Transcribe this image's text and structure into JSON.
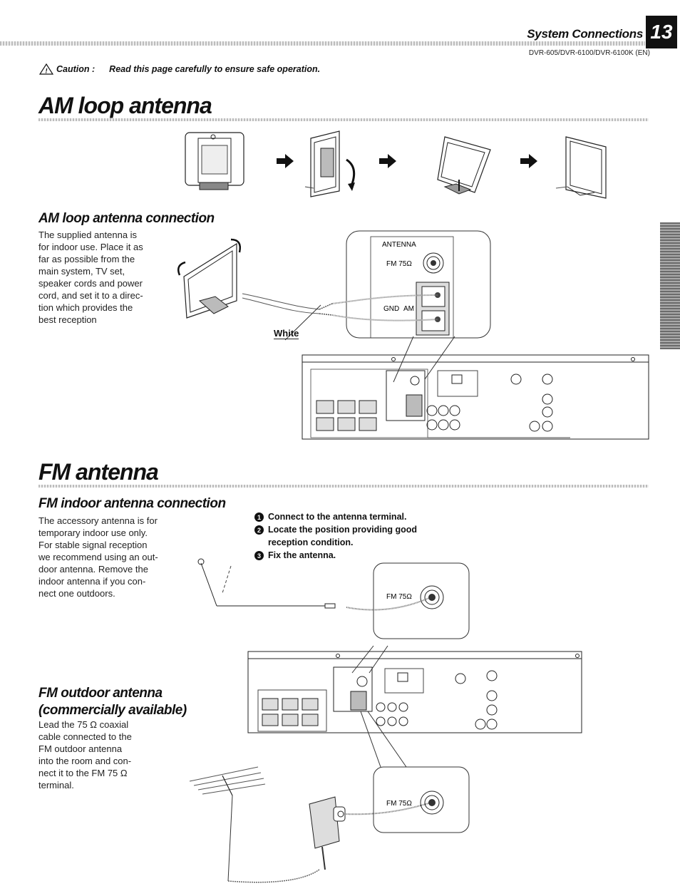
{
  "header": {
    "section": "System Connections",
    "page_number": "13",
    "model": "DVR-605/DVR-6100/DVR-6100K (EN)"
  },
  "caution": {
    "label": "Caution :",
    "message": "Read this page carefully to ensure safe operation."
  },
  "am": {
    "title": "AM loop antenna",
    "connection_title": "AM loop antenna connection",
    "connection_text": "The supplied antenna is\nfor indoor use. Place it as\nfar as possible from the\nmain system, TV set,\nspeaker cords and power\ncord, and set it to a direc-\ntion which provides the\nbest reception",
    "white_label": "White",
    "panel": {
      "antenna_label": "ANTENNA",
      "fm_label": "FM 75Ω",
      "gnd_label": "GND",
      "am_label": "AM"
    }
  },
  "fm": {
    "title": "FM antenna",
    "indoor_title": "FM indoor antenna connection",
    "indoor_text": "The accessory antenna is for\ntemporary indoor use only.\nFor stable signal reception\nwe recommend using an out-\ndoor antenna. Remove the\nindoor antenna if you con-\nnect one outdoors.",
    "steps": [
      {
        "num": "1",
        "text": "Connect to the antenna terminal."
      },
      {
        "num": "2",
        "text": "Locate the position providing good"
      },
      {
        "num": "",
        "text": "reception condition."
      },
      {
        "num": "3",
        "text": "Fix the antenna."
      }
    ],
    "fm_label": "FM 75Ω",
    "outdoor_title": "FM outdoor antenna",
    "outdoor_subtitle": "(commercially available)",
    "outdoor_text": "Lead the 75 Ω coaxial\ncable connected to the\nFM outdoor antenna\ninto the room and con-\nnect it to the FM 75 Ω\nterminal."
  },
  "icons": {
    "caution": "warning-triangle-icon",
    "arrow": "right-arrow-icon"
  }
}
